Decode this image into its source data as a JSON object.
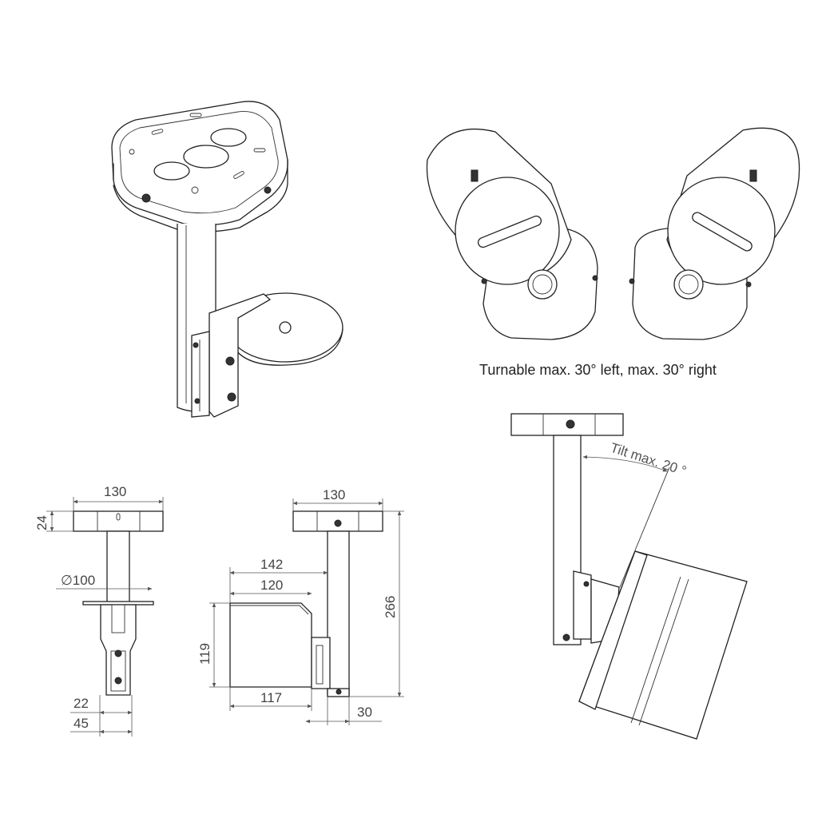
{
  "captions": {
    "turn": "Turnable max. 30° left, max. 30° right",
    "tilt": "Tilt max. 20 °"
  },
  "front_view": {
    "width": "130",
    "height": "24",
    "diameter": "∅100",
    "dim_inner": "22",
    "dim_outer": "45"
  },
  "side_view": {
    "width": "130",
    "dim_142": "142",
    "dim_120": "120",
    "dim_119": "119",
    "dim_117": "117",
    "dim_30": "30",
    "total_height": "266"
  }
}
